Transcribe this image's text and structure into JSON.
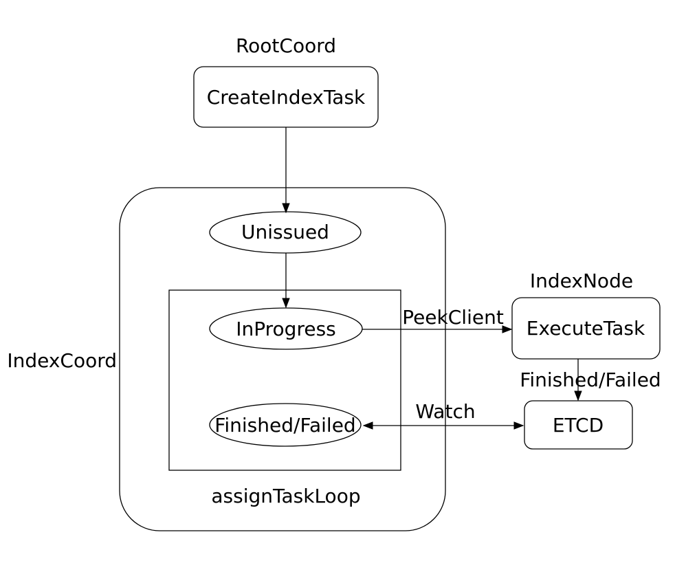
{
  "canvas": {
    "background": "#ffffff",
    "stroke_color": "#000000",
    "text_color": "#000000"
  },
  "groups": {
    "root_coord": {
      "label": "RootCoord"
    },
    "index_coord": {
      "label": "IndexCoord"
    },
    "assign_task_loop": {
      "label": "assignTaskLoop"
    },
    "index_node": {
      "label": "IndexNode"
    }
  },
  "nodes": {
    "create_index_task": {
      "label": "CreateIndexTask",
      "shape": "rounded-rect"
    },
    "unissued": {
      "label": "Unissued",
      "shape": "ellipse"
    },
    "in_progress": {
      "label": "InProgress",
      "shape": "ellipse"
    },
    "finished_failed": {
      "label": "Finished/Failed",
      "shape": "ellipse"
    },
    "execute_task": {
      "label": "ExecuteTask",
      "shape": "rounded-rect"
    },
    "etcd": {
      "label": "ETCD",
      "shape": "rounded-rect"
    }
  },
  "edges": [
    {
      "from": "create_index_task",
      "to": "unissued",
      "label": "",
      "direction": "forward"
    },
    {
      "from": "unissued",
      "to": "in_progress",
      "label": "",
      "direction": "forward"
    },
    {
      "from": "in_progress",
      "to": "execute_task",
      "label": "PeekClient",
      "direction": "forward"
    },
    {
      "from": "execute_task",
      "to": "etcd",
      "label": "Finished/Failed",
      "direction": "forward"
    },
    {
      "from": "etcd",
      "to": "finished_failed",
      "label": "Watch",
      "direction": "bidirectional"
    }
  ]
}
